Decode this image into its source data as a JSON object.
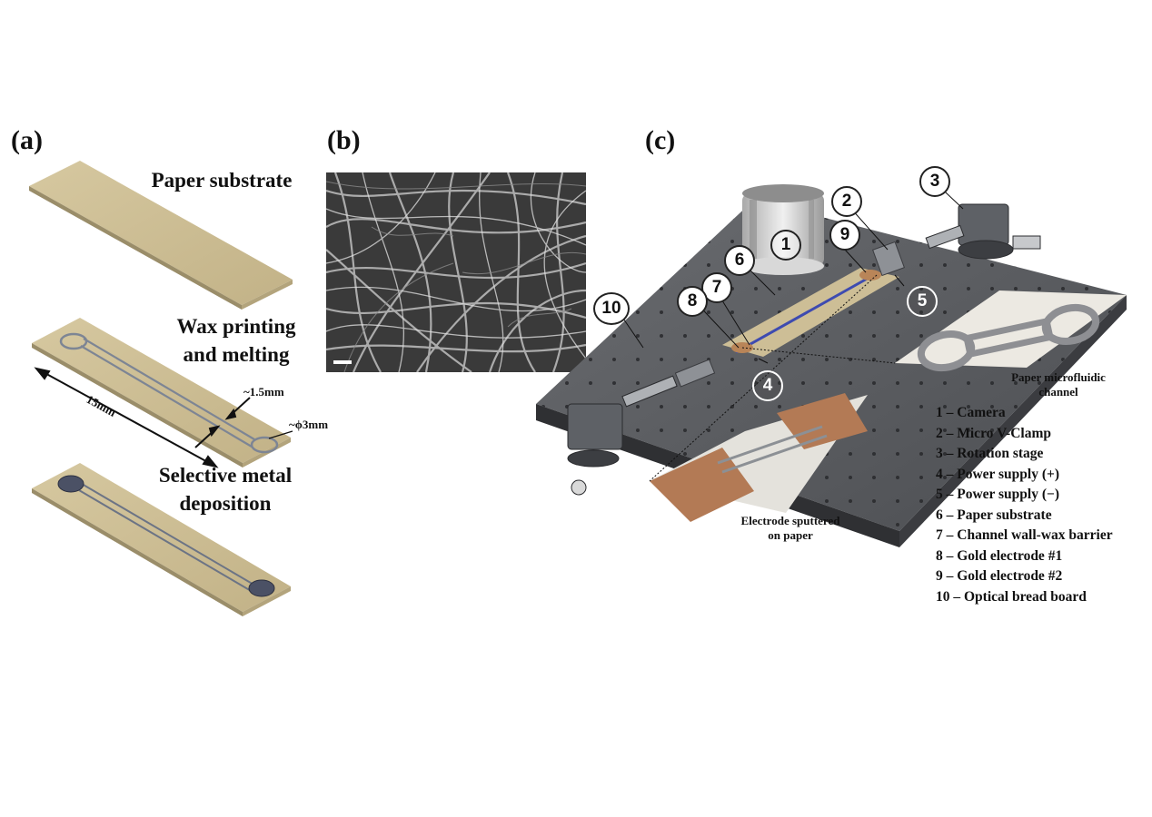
{
  "panels": {
    "a": {
      "label": "(a)",
      "steps": [
        "Paper substrate",
        "Wax printing",
        "and melting",
        "Selective metal",
        "deposition"
      ],
      "dimensions": {
        "length": "15mm",
        "width": "~1.5mm",
        "diameter": "~ϕ3mm"
      }
    },
    "b": {
      "label": "(b)"
    },
    "c": {
      "label": "(c)",
      "callouts": [
        "1",
        "2",
        "3",
        "4",
        "5",
        "6",
        "7",
        "8",
        "9",
        "10"
      ],
      "inset_channel_caption": [
        "Paper microfluidic",
        "channel"
      ],
      "inset_electrode_caption": [
        "Electrode sputtered",
        "on paper"
      ],
      "legend": [
        "1 – Camera",
        "2 – Micro V-Clamp",
        "3 – Rotation stage",
        "4 – Power supply (+)",
        "5 – Power supply (−)",
        "6 – Paper substrate",
        "7 – Channel wall-wax barrier",
        "8 – Gold electrode #1",
        "9 – Gold electrode #2",
        "10 – Optical bread board"
      ]
    }
  },
  "colors": {
    "paper": "#cdbe96",
    "breadboard": "#55575a",
    "electrode": "#4b5165",
    "gold_electrode": "#b98558"
  }
}
